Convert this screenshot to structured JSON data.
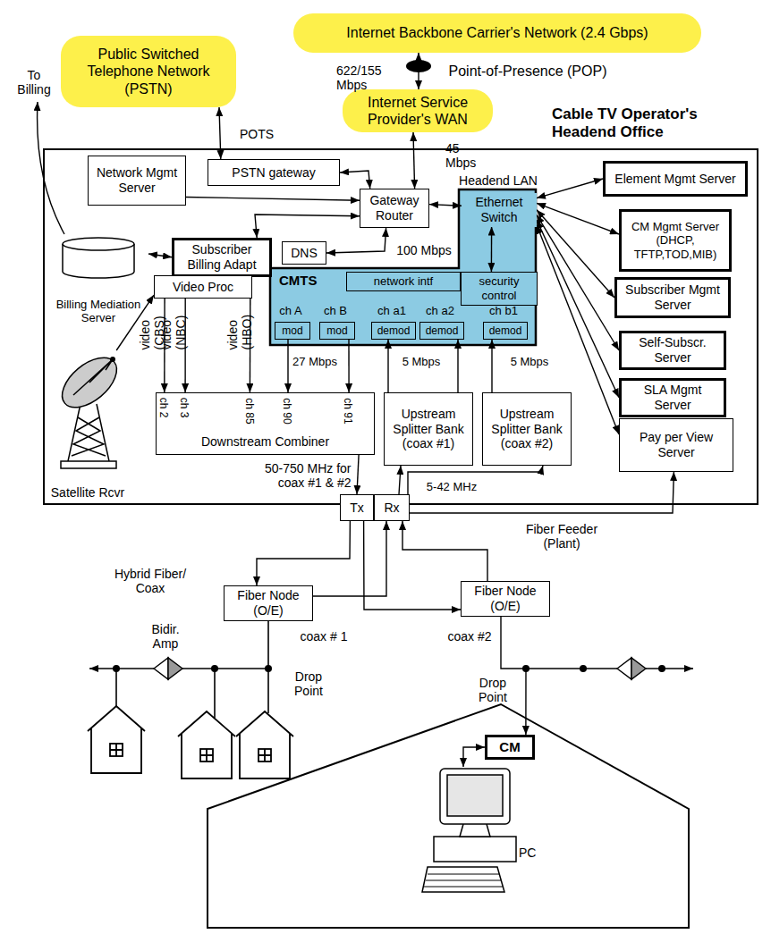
{
  "diagram": {
    "nodes": [
      {
        "text": [
          "Internet Backbone Carrier's Network (2.4 Gbps)"
        ]
      },
      {
        "text": [
          "Public Switched Telephone Network (PSTN)"
        ]
      },
      {
        "text": [
          "Internet Service Provider's WAN"
        ]
      },
      {
        "text": [
          "Cable TV Operator's Headend Office"
        ]
      },
      {
        "text": [
          "Network Mgmt Server"
        ],
        "in": 3
      },
      {
        "text": [
          "PSTN gateway"
        ],
        "in": 3
      },
      {
        "text": [
          "Gateway Router"
        ],
        "in": 3
      },
      {
        "text": [
          "Ethernet Switch"
        ],
        "in": 3
      },
      {
        "text": [
          "Element Mgmt Server"
        ],
        "in": 3
      },
      {
        "text": [
          "Billing Mediation Server"
        ],
        "in": 3
      },
      {
        "text": [
          "Subscriber Billing Adapt"
        ],
        "in": 3
      },
      {
        "text": [
          "DNS"
        ],
        "in": 3
      },
      {
        "text": [
          "CM Mgmt Server (DHCP, TFTP,TOD,MIB)"
        ],
        "in": 3
      },
      {
        "text": [
          "Video Proc"
        ],
        "in": 3
      },
      {
        "text": [
          "CMTS"
        ],
        "in": 3
      },
      {
        "text": [
          "network intf"
        ],
        "in": 14
      },
      {
        "text": [
          "security control"
        ],
        "in": 14
      },
      {
        "text": [
          "mod"
        ],
        "in": 14
      },
      {
        "text": [
          "mod"
        ],
        "in": 14
      },
      {
        "text": [
          "demod"
        ],
        "in": 14
      },
      {
        "text": [
          "demod"
        ],
        "in": 14
      },
      {
        "text": [
          "demod"
        ],
        "in": 14
      },
      {
        "text": [
          "Subscriber Mgmt Server"
        ],
        "in": 3
      },
      {
        "text": [
          "Self-Subscr. Server"
        ],
        "in": 3
      },
      {
        "text": [
          "SLA Mgmt Server"
        ],
        "in": 3
      },
      {
        "text": [
          "Satellite Rcvr"
        ],
        "in": 3
      },
      {
        "text": [
          "Downstream Combiner"
        ],
        "in": 3
      },
      {
        "text": [
          "Upstream Splitter Bank (coax #1)"
        ],
        "in": 3
      },
      {
        "text": [
          "Upstream Splitter Bank (coax #2)"
        ],
        "in": 3
      },
      {
        "text": [
          "Pay per View Server"
        ],
        "in": 3
      },
      {
        "text": [
          "Tx"
        ]
      },
      {
        "text": [
          "Rx"
        ]
      },
      {
        "text": [
          "Fiber Node (O/E)"
        ]
      },
      {
        "text": [
          "Fiber Node (O/E)"
        ]
      },
      {
        "text": [
          "CM"
        ]
      },
      {
        "text": [
          "PC"
        ]
      }
    ],
    "edges": [
      {
        "from": 1,
        "to": 5,
        "arrow": "both",
        "label": "POTS"
      },
      {
        "from": 0,
        "to": 2,
        "arrow": "both",
        "label": "622/155 Mbps"
      },
      {
        "from": 2,
        "to": 6,
        "arrow": "both",
        "label": "45 Mbps"
      },
      {
        "from": 5,
        "to": 6,
        "arrow": "both"
      },
      {
        "from": 4,
        "to": 6,
        "arrow": "to"
      },
      {
        "from": 10,
        "to": 6,
        "arrow": "both"
      },
      {
        "from": 11,
        "to": 6,
        "arrow": "both"
      },
      {
        "from": 6,
        "to": 7,
        "arrow": "both"
      },
      {
        "from": 9,
        "to": 10,
        "arrow": "both"
      },
      {
        "from": 7,
        "to": 16,
        "arrow": "both"
      },
      {
        "from": 7,
        "to": 8,
        "arrow": "both"
      },
      {
        "from": 7,
        "to": 12,
        "arrow": "both"
      },
      {
        "from": 7,
        "to": 22,
        "arrow": "both"
      },
      {
        "from": 7,
        "to": 23,
        "arrow": "both"
      },
      {
        "from": 7,
        "to": 24,
        "arrow": "both"
      },
      {
        "from": 7,
        "to": 29,
        "arrow": "both"
      },
      {
        "from": 25,
        "to": 13,
        "arrow": "to"
      },
      {
        "from": 13,
        "to": 26,
        "arrow": "to",
        "label": "video (CBS)"
      },
      {
        "from": 13,
        "to": 26,
        "arrow": "to",
        "label": "video (NBC)"
      },
      {
        "from": 13,
        "to": 26,
        "arrow": "to",
        "label": "video (HBO)"
      },
      {
        "from": 17,
        "to": 26,
        "arrow": "to"
      },
      {
        "from": 18,
        "to": 26,
        "arrow": "to"
      },
      {
        "from": 27,
        "to": 19,
        "arrow": "to"
      },
      {
        "from": 27,
        "to": 20,
        "arrow": "to"
      },
      {
        "from": 28,
        "to": 21,
        "arrow": "to"
      },
      {
        "from": 26,
        "to": 30,
        "arrow": "to"
      },
      {
        "from": 31,
        "to": 27,
        "arrow": "to"
      },
      {
        "from": 31,
        "to": 28,
        "arrow": "to"
      },
      {
        "from": 31,
        "to": 29,
        "arrow": "to"
      },
      {
        "from": 30,
        "to": 32,
        "arrow": "to"
      },
      {
        "from": 30,
        "to": 33,
        "arrow": "to"
      },
      {
        "from": 32,
        "to": 31,
        "arrow": "to"
      },
      {
        "from": 33,
        "to": 31,
        "arrow": "to"
      },
      {
        "from": 33,
        "to": 34,
        "arrow": "to"
      },
      {
        "from": 34,
        "to": 35,
        "arrow": "both"
      }
    ],
    "labels": [
      "To Billing",
      "Point-of-Presence (POP)",
      "Headend LAN",
      "100 Mbps",
      "ch A",
      "ch B",
      "ch a1",
      "ch a2",
      "ch b1",
      "27 Mbps",
      "5 Mbps",
      "5 Mbps",
      "ch 2",
      "ch 3",
      "ch 85",
      "ch 90",
      "ch 91",
      "50-750 MHz for coax #1 & #2",
      "5-42 MHz",
      "Fiber Feeder (Plant)",
      "Hybrid Fiber/ Coax",
      "Bidir. Amp",
      "coax # 1",
      "coax #2",
      "Drop Point",
      "Drop Point"
    ]
  }
}
